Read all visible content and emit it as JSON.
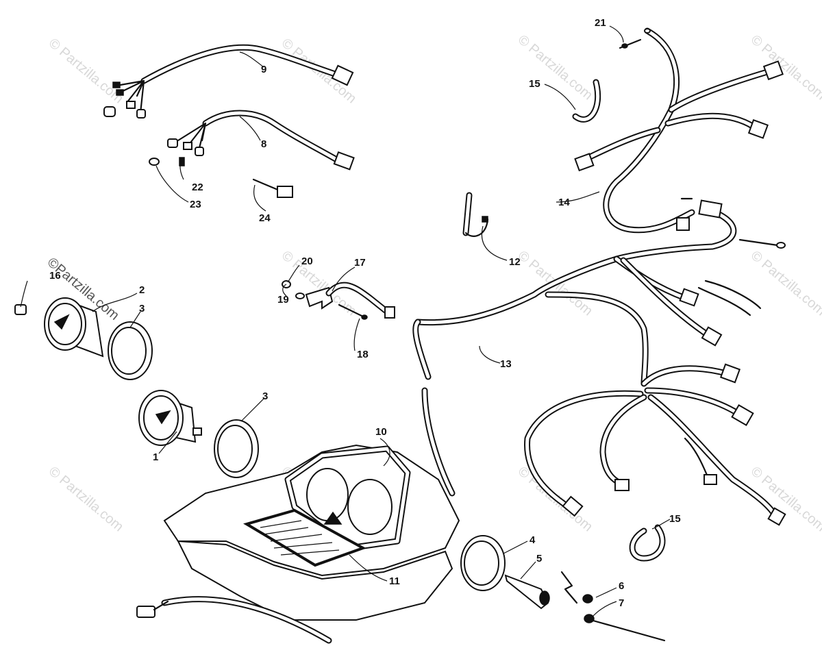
{
  "watermark": {
    "text": "© Partzilla.com",
    "prominent_text": "©Partzilla.com"
  },
  "callouts": [
    {
      "id": "c1",
      "text": "1"
    },
    {
      "id": "c2",
      "text": "2"
    },
    {
      "id": "c3a",
      "text": "3"
    },
    {
      "id": "c3b",
      "text": "3"
    },
    {
      "id": "c4",
      "text": "4"
    },
    {
      "id": "c5",
      "text": "5"
    },
    {
      "id": "c6",
      "text": "6"
    },
    {
      "id": "c7",
      "text": "7"
    },
    {
      "id": "c8",
      "text": "8"
    },
    {
      "id": "c9",
      "text": "9"
    },
    {
      "id": "c10",
      "text": "10"
    },
    {
      "id": "c11",
      "text": "11"
    },
    {
      "id": "c12",
      "text": "12"
    },
    {
      "id": "c13",
      "text": "13"
    },
    {
      "id": "c14",
      "text": "14"
    },
    {
      "id": "c15a",
      "text": "15"
    },
    {
      "id": "c15b",
      "text": "15"
    },
    {
      "id": "c16",
      "text": "16"
    },
    {
      "id": "c17",
      "text": "17"
    },
    {
      "id": "c18",
      "text": "18"
    },
    {
      "id": "c19",
      "text": "19"
    },
    {
      "id": "c20",
      "text": "20"
    },
    {
      "id": "c21",
      "text": "21"
    },
    {
      "id": "c22",
      "text": "22"
    },
    {
      "id": "c23",
      "text": "23"
    },
    {
      "id": "c24",
      "text": "24"
    }
  ]
}
